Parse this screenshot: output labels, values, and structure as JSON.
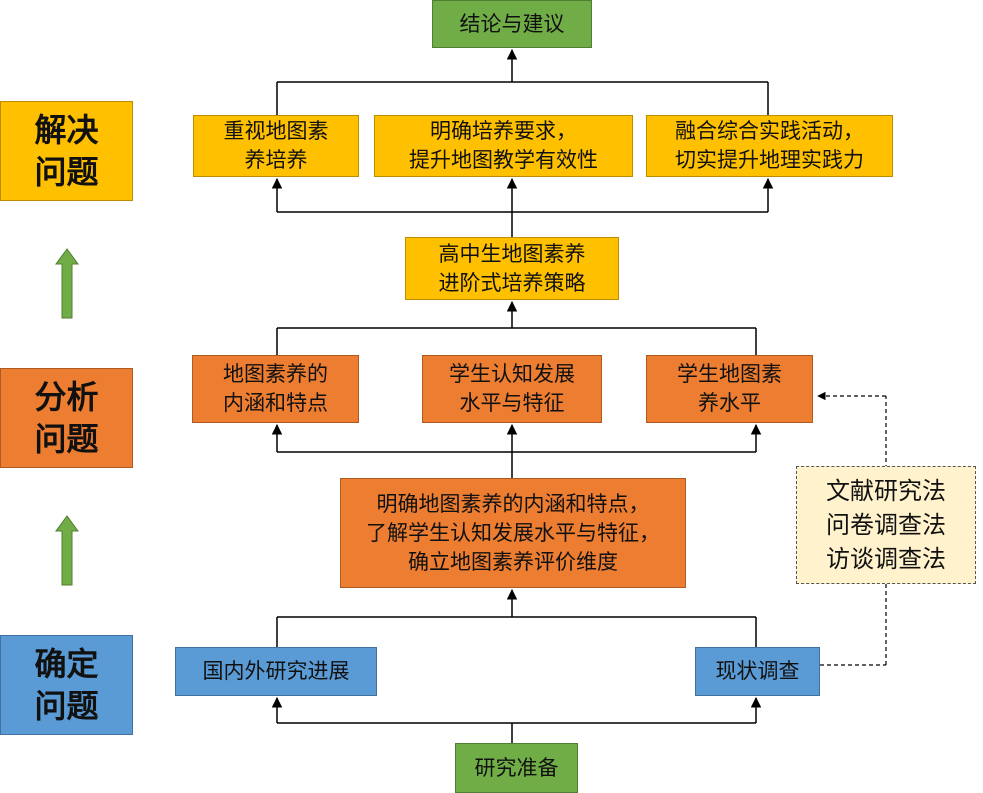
{
  "colors": {
    "green": "#70ad47",
    "yellow": "#ffc000",
    "orange": "#ed7d31",
    "blue": "#5b9bd5",
    "note": "#fff2cc"
  },
  "phases": {
    "solve": "解决\n问题",
    "analyze": "分析\n问题",
    "define": "确定\n问题"
  },
  "nodes": {
    "conclusion": "结论与建议",
    "solve_1": "重视地图素\n养培养",
    "solve_2": "明确培养要求，\n提升地图教学有效性",
    "solve_3": "融合综合实践活动，\n切实提升地理实践力",
    "strategy": "高中生地图素养\n进阶式培养策略",
    "analyze_1": "地图素养的\n内涵和特点",
    "analyze_2": "学生认知发展\n水平与特征",
    "analyze_3": "学生地图素\n养水平",
    "synthesis": "明确地图素养的内涵和特点，\n了解学生认知发展水平与特征，\n确立地图素养评价维度",
    "methods": "文献研究法\n问卷调查法\n访谈调查法",
    "define_1": "国内外研究进展",
    "define_2": "现状调查",
    "prep": "研究准备"
  }
}
